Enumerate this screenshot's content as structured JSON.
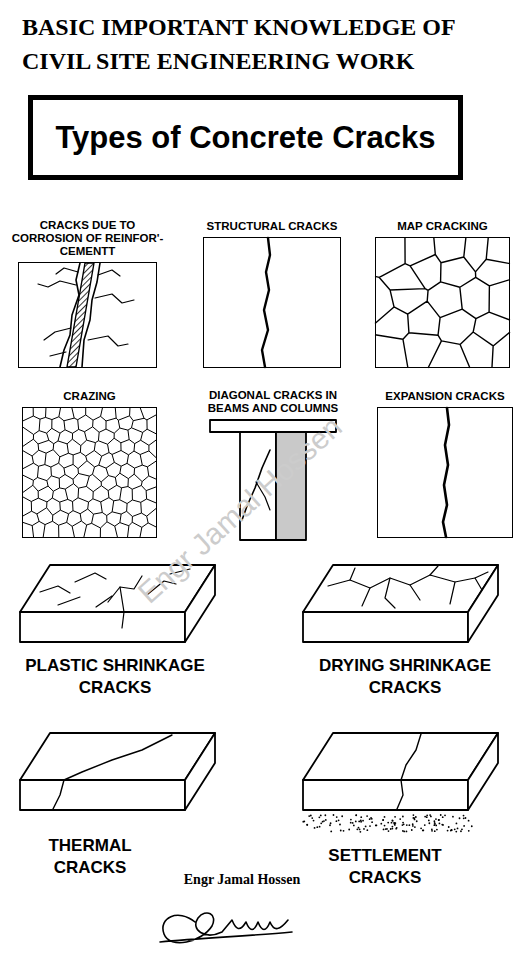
{
  "diagram": {
    "title": "BASIC IMPORTANT KNOWLEDGE OF CIVIL SITE ENGINEERING WORK",
    "nodes": [
      {
        "text": [
          "Types of Concrete Cracks"
        ]
      },
      {
        "text": [
          "CRACKS DUE TO CORROSION OF REINFOR'- CEMENTT"
        ]
      },
      {
        "text": [
          "STRUCTURAL CRACKS"
        ]
      },
      {
        "text": [
          "MAP CRACKING"
        ]
      },
      {
        "text": [
          "CRAZING"
        ]
      },
      {
        "text": [
          "EXPANSION CRACKS"
        ]
      }
    ],
    "labels": [
      "DIAGONAL CRACKS IN BEAMS AND COLUMNS",
      "PLASTIC SHRINKAGE CRACKS",
      "DRYING SHRINKAGE CRACKS",
      "THERMAL CRACKS",
      "SETTLEMENT CRACKS",
      "Engr Jamal Hossen",
      "Engr Jamal Hossen"
    ]
  }
}
